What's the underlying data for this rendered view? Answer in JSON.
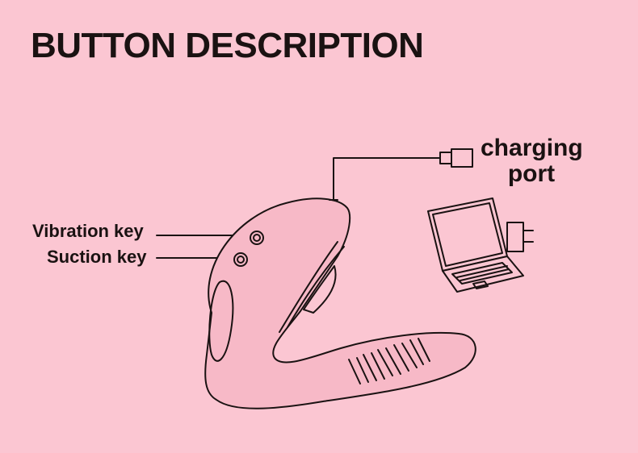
{
  "title": "BUTTON DESCRIPTION",
  "labels": {
    "vibration_key": "Vibration key",
    "suction_key": "Suction key",
    "charging_port_line1": "charging",
    "charging_port_line2": "port"
  },
  "colors": {
    "background": "#fbc6d2",
    "ink": "#1a1212",
    "device_fill": "#f7b9c7"
  }
}
